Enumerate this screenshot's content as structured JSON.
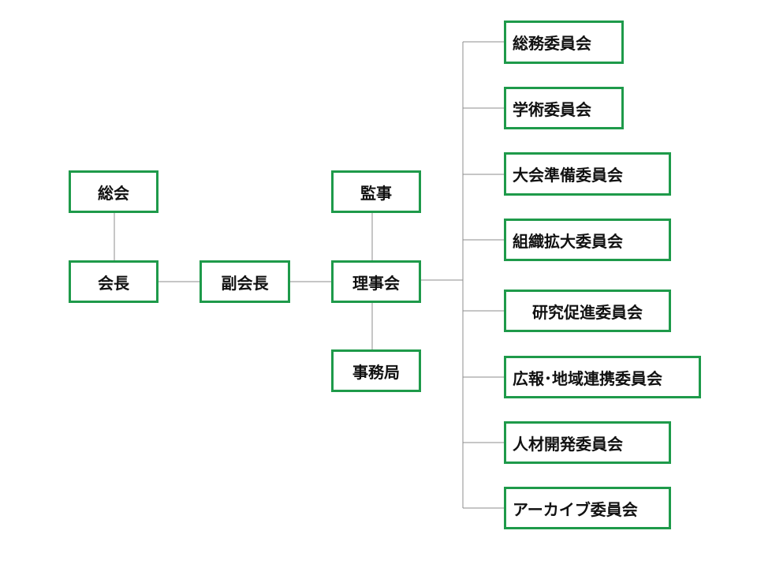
{
  "colors": {
    "border": "#1e9a4a",
    "connector": "#8c8c8c",
    "text": "#111111"
  },
  "nodes": {
    "general_assembly": "総会",
    "president": "会長",
    "vice_president": "副会長",
    "auditor": "監事",
    "board": "理事会",
    "secretariat": "事務局"
  },
  "committees": [
    "総務委員会",
    "学術委員会",
    "大会準備委員会",
    "組織拡大委員会",
    "研究促進委員会",
    "広報･地域連携委員会",
    "人材開発委員会",
    "アーカイブ委員会"
  ]
}
